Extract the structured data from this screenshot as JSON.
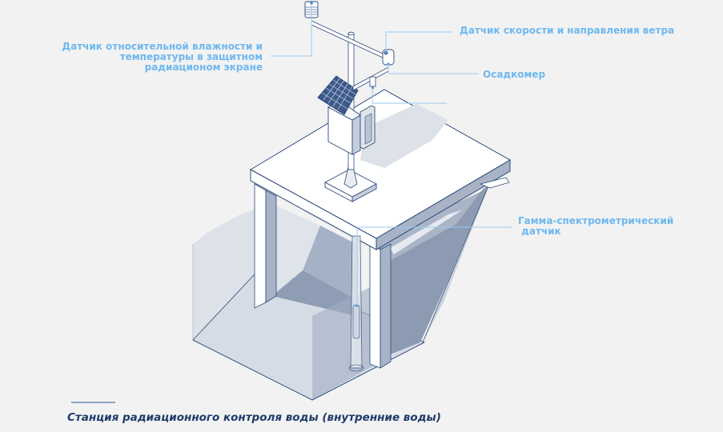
{
  "diagram": {
    "title": "Станция радиационного контроля воды (внутренние воды)",
    "labels": {
      "humidity_sensor": {
        "line1": "Датчик относительной влажности и",
        "line2": "температуры в защитном",
        "line3": "радиационом экране"
      },
      "wind_sensor": "Датчик скорости и направления ветра",
      "rain_gauge": "Осадкомер",
      "gamma_sensor": {
        "line1": "Гамма-спектрометрический",
        "line2": " датчик"
      }
    },
    "colors": {
      "background": "#f2f2f2",
      "label_text": "#6fb8ef",
      "leader_line": "#9ccbf2",
      "outline": "#2c4a7c",
      "caption_text": "#1f3a6b",
      "platform_top": "#ffffff",
      "shade_light": "#d5dce6",
      "shade_mid": "#a9b6c8",
      "shade_dark": "#8c9bb2",
      "marker_dot": "#3a9be8"
    },
    "components": [
      "humidity-temperature-sensor",
      "wind-speed-direction-sensor",
      "rain-gauge",
      "solar-panel",
      "electronics-cabinet",
      "mast",
      "concrete-platform",
      "gamma-spectrometric-sensor",
      "water-reservoir"
    ]
  }
}
